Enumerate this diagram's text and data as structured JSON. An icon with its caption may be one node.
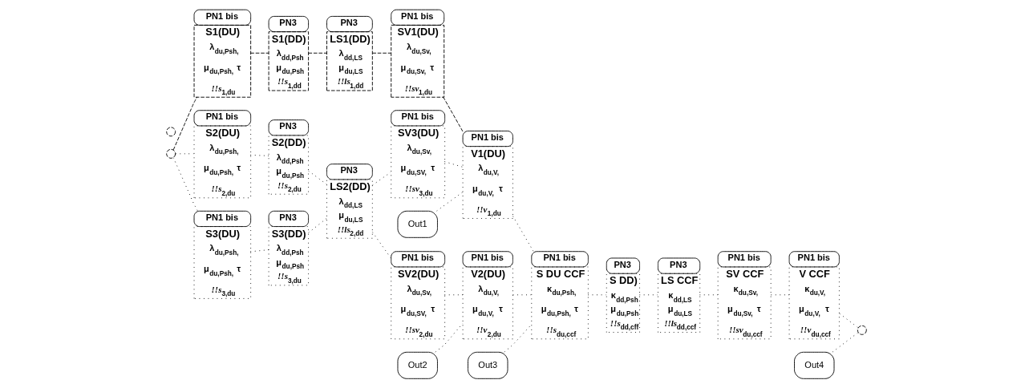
{
  "diagram": {
    "nodes": [
      {
        "text": [],
        "shape": "circle"
      },
      {
        "text": [
          "PN1 bis",
          "S1(DU)",
          "λ$_{du,Psh,}$",
          "μ$_{du,Psh,}$ τ",
          "*!!s*$_{1,du}$"
        ]
      },
      {
        "text": [
          "PN1 bis",
          "S2(DU)",
          "λ$_{du,Psh,}$",
          "μ$_{du,Psh,}$ τ",
          "*!!s*$_{2,du}$"
        ]
      },
      {
        "text": [
          "PN1 bis",
          "S3(DU)",
          "λ$_{du,Psh,}$",
          "μ$_{du,Psh,}$ τ",
          "*!!s*$_{3,du}$"
        ]
      },
      {
        "text": [
          "PN3",
          "S1(DD)",
          "λ$_{dd,Psh}$",
          "μ$_{du,Psh}$",
          "*!!s*$_{1,dd}$"
        ]
      },
      {
        "text": [
          "PN3",
          "S2(DD)",
          "λ$_{dd,Psh}$",
          "μ$_{du,Psh}$",
          "*!!s*$_{2,du}$"
        ]
      },
      {
        "text": [
          "PN3",
          "S3(DD)",
          "λ$_{dd,Psh}$",
          "μ$_{du,Psh}$",
          "*!!s*$_{3,du}$"
        ]
      },
      {
        "text": [
          "PN3",
          "LS1(DD)",
          "λ$_{dd,LS}$",
          "μ$_{du,LS}$",
          "*!!ls*$_{1,dd}$"
        ]
      },
      {
        "text": [
          "PN3",
          "LS2(DD)",
          "λ$_{dd,LS}$",
          "μ$_{du,LS}$",
          "*!!ls*$_{2,dd}$"
        ]
      },
      {
        "text": [
          "PN1 bis",
          "SV1(DU)",
          "λ$_{du,Sv,}$",
          "μ$_{du,Sv,}$ τ",
          "*!!sv*$_{1,du}$"
        ]
      },
      {
        "text": [
          "PN1 bis",
          "SV3(DU)",
          "λ$_{du,Sv,}$",
          "μ$_{du,SV,}$ τ",
          "*!!sv*$_{3,du}$"
        ]
      },
      {
        "text": [
          "PN1 bis",
          "SV2(DU)",
          "λ$_{du,Sv,}$",
          "μ$_{du,SV,}$ τ",
          "*!!sv*$_{2,du}$"
        ]
      },
      {
        "text": [
          "PN1 bis",
          "V1(DU)",
          "λ$_{du,V,}$",
          "μ$_{du,V,}$ τ",
          "*!!v*$_{1,du}$"
        ]
      },
      {
        "text": [
          "PN1 bis",
          "V2(DU)",
          "λ$_{du,V,}$",
          "μ$_{du,V,}$ τ",
          "*!!v*$_{2,du}$"
        ]
      },
      {
        "text": [
          "Out1"
        ]
      },
      {
        "text": [
          "Out2"
        ]
      },
      {
        "text": [
          "Out3"
        ]
      },
      {
        "text": [
          "PN1 bis",
          "S DU CCF",
          "κ$_{du,Psh,}$",
          "μ$_{du,Psh,}$ τ",
          "*!!s*$_{du,ccf}$"
        ]
      },
      {
        "text": [
          "PN3",
          "S DD)",
          "κ$_{dd,Psh}$",
          "μ$_{du,Psh}$",
          "*!!s*$_{dd,cff}$"
        ]
      },
      {
        "text": [
          "PN3",
          "LS CCF",
          "κ$_{dd,LS}$",
          "μ$_{du,LS}$",
          "*!!ls*$_{dd,ccf}$"
        ]
      },
      {
        "text": [
          "PN1 bis",
          "SV CCF",
          "κ$_{du,Sv,}$",
          "μ$_{du,Sv,}$ τ",
          "*!!sv*$_{du,ccf}$"
        ]
      },
      {
        "text": [
          "PN1 bis",
          "V CCF",
          "κ$_{du,V,}$",
          "μ$_{du,V,}$ τ",
          "*!!v*$_{du,ccf}$"
        ]
      },
      {
        "text": [
          "Out4"
        ]
      },
      {
        "text": [],
        "shape": "circle"
      },
      {
        "text": [],
        "shape": "circle"
      }
    ],
    "edges": [
      {
        "from": 0,
        "to": 1,
        "arrow": "none",
        "style": "dashed"
      },
      {
        "from": 0,
        "to": 2,
        "arrow": "none"
      },
      {
        "from": 0,
        "to": 3,
        "arrow": "none"
      },
      {
        "from": 1,
        "to": 4,
        "arrow": "none",
        "style": "dashed"
      },
      {
        "from": 4,
        "to": 7,
        "arrow": "none",
        "style": "dashed"
      },
      {
        "from": 7,
        "to": 9,
        "arrow": "none",
        "style": "dashed"
      },
      {
        "from": 9,
        "to": 12,
        "arrow": "none",
        "style": "dashed"
      },
      {
        "from": 2,
        "to": 5,
        "arrow": "none"
      },
      {
        "from": 3,
        "to": 6,
        "arrow": "none"
      },
      {
        "from": 5,
        "to": 8,
        "arrow": "none"
      },
      {
        "from": 6,
        "to": 8,
        "arrow": "none"
      },
      {
        "from": 8,
        "to": 10,
        "arrow": "none"
      },
      {
        "from": 8,
        "to": 11,
        "arrow": "none"
      },
      {
        "from": 10,
        "to": 12,
        "arrow": "none"
      },
      {
        "from": 11,
        "to": 13,
        "arrow": "none"
      },
      {
        "from": 12,
        "to": 17,
        "arrow": "none"
      },
      {
        "from": 13,
        "to": 17,
        "arrow": "none"
      },
      {
        "from": 17,
        "to": 18,
        "arrow": "none"
      },
      {
        "from": 18,
        "to": 19,
        "arrow": "none"
      },
      {
        "from": 19,
        "to": 20,
        "arrow": "none"
      },
      {
        "from": 20,
        "to": 21,
        "arrow": "none"
      },
      {
        "from": 21,
        "to": 23,
        "arrow": "none"
      },
      {
        "from": 14,
        "to": 12,
        "arrow": "none"
      },
      {
        "from": 15,
        "to": 13,
        "arrow": "none"
      },
      {
        "from": 16,
        "to": 17,
        "arrow": "none"
      },
      {
        "from": 22,
        "to": 23,
        "arrow": "none"
      }
    ]
  }
}
